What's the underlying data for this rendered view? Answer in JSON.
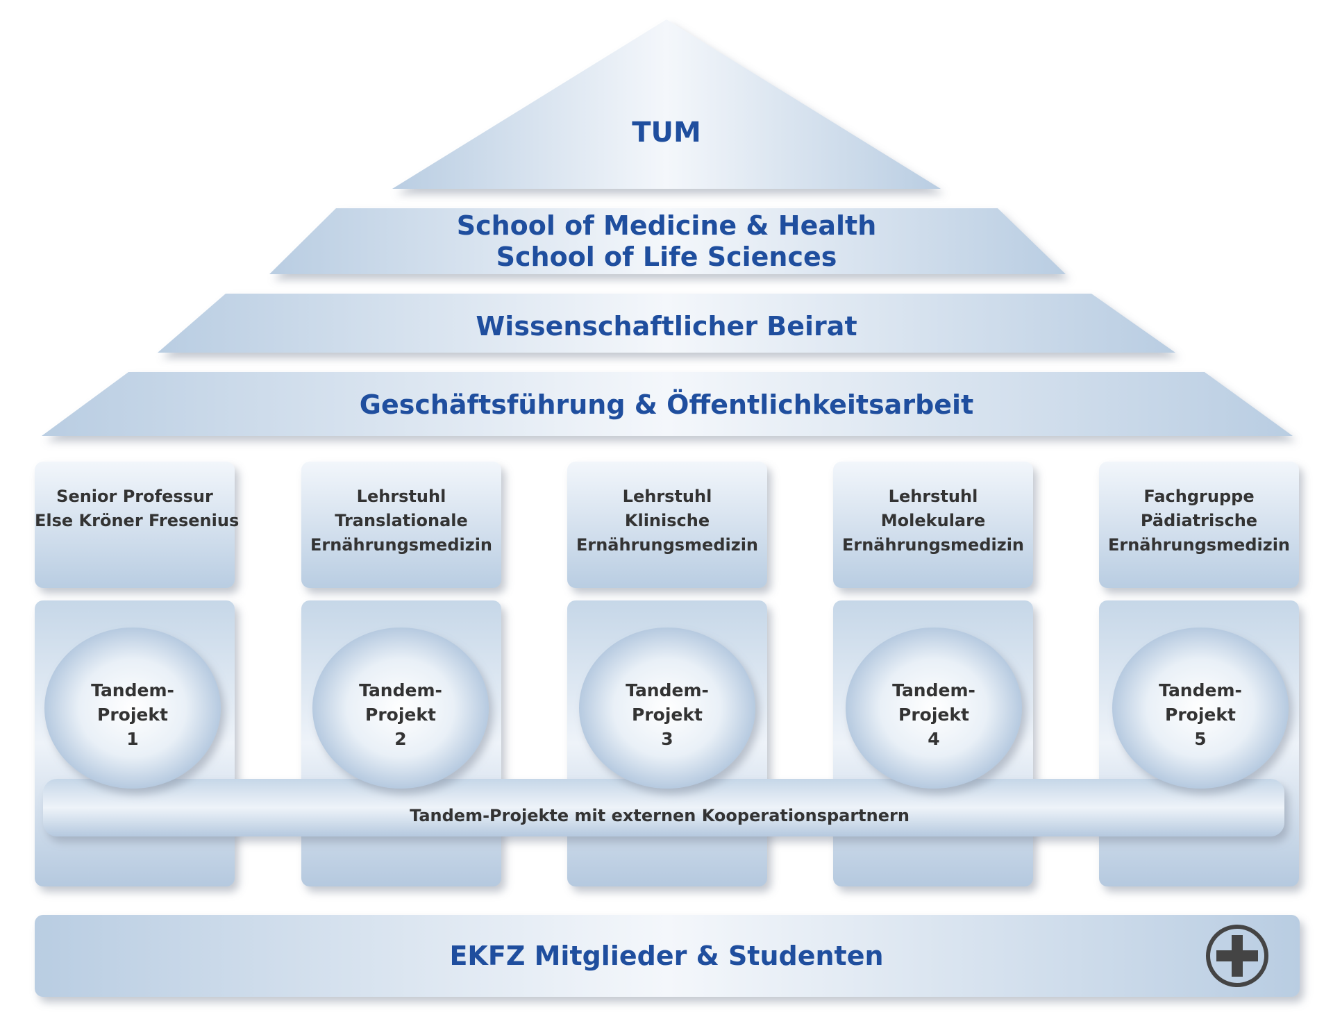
{
  "roof": {
    "tum": "TUM",
    "school_line1": "School of Medicine & Health",
    "school_line2": "School of Life Sciences",
    "beirat": "Wissenschaftlicher Beirat",
    "management": "Geschäftsführung & Öffentlichkeitsarbeit"
  },
  "pillars": [
    {
      "lines": [
        "Senior Professur",
        "Else Kröner Fresenius"
      ],
      "project": [
        "Tandem-",
        "Projekt",
        "1"
      ]
    },
    {
      "lines": [
        "Lehrstuhl",
        "Translationale",
        "Ernährungsmedizin"
      ],
      "project": [
        "Tandem-",
        "Projekt",
        "2"
      ]
    },
    {
      "lines": [
        "Lehrstuhl",
        "Klinische",
        "Ernährungsmedizin"
      ],
      "project": [
        "Tandem-",
        "Projekt",
        "3"
      ]
    },
    {
      "lines": [
        "Lehrstuhl",
        "Molekulare",
        "Ernährungsmedizin"
      ],
      "project": [
        "Tandem-",
        "Projekt",
        "4"
      ]
    },
    {
      "lines": [
        "Fachgruppe",
        "Pädiatrische",
        "Ernährungsmedizin"
      ],
      "project": [
        "Tandem-",
        "Projekt",
        "5"
      ]
    }
  ],
  "cooperation": "Tandem-Projekte mit externen Kooperationspartnern",
  "foundation": "EKFZ Mitglieder & Studenten",
  "icons": {
    "foundation_icon": "plus-circle-icon"
  },
  "colors": {
    "title_text": "#1f4e9e",
    "body_text": "#333333",
    "panel_light": "#f2f6fb",
    "panel_dark": "#b7cbe0"
  }
}
